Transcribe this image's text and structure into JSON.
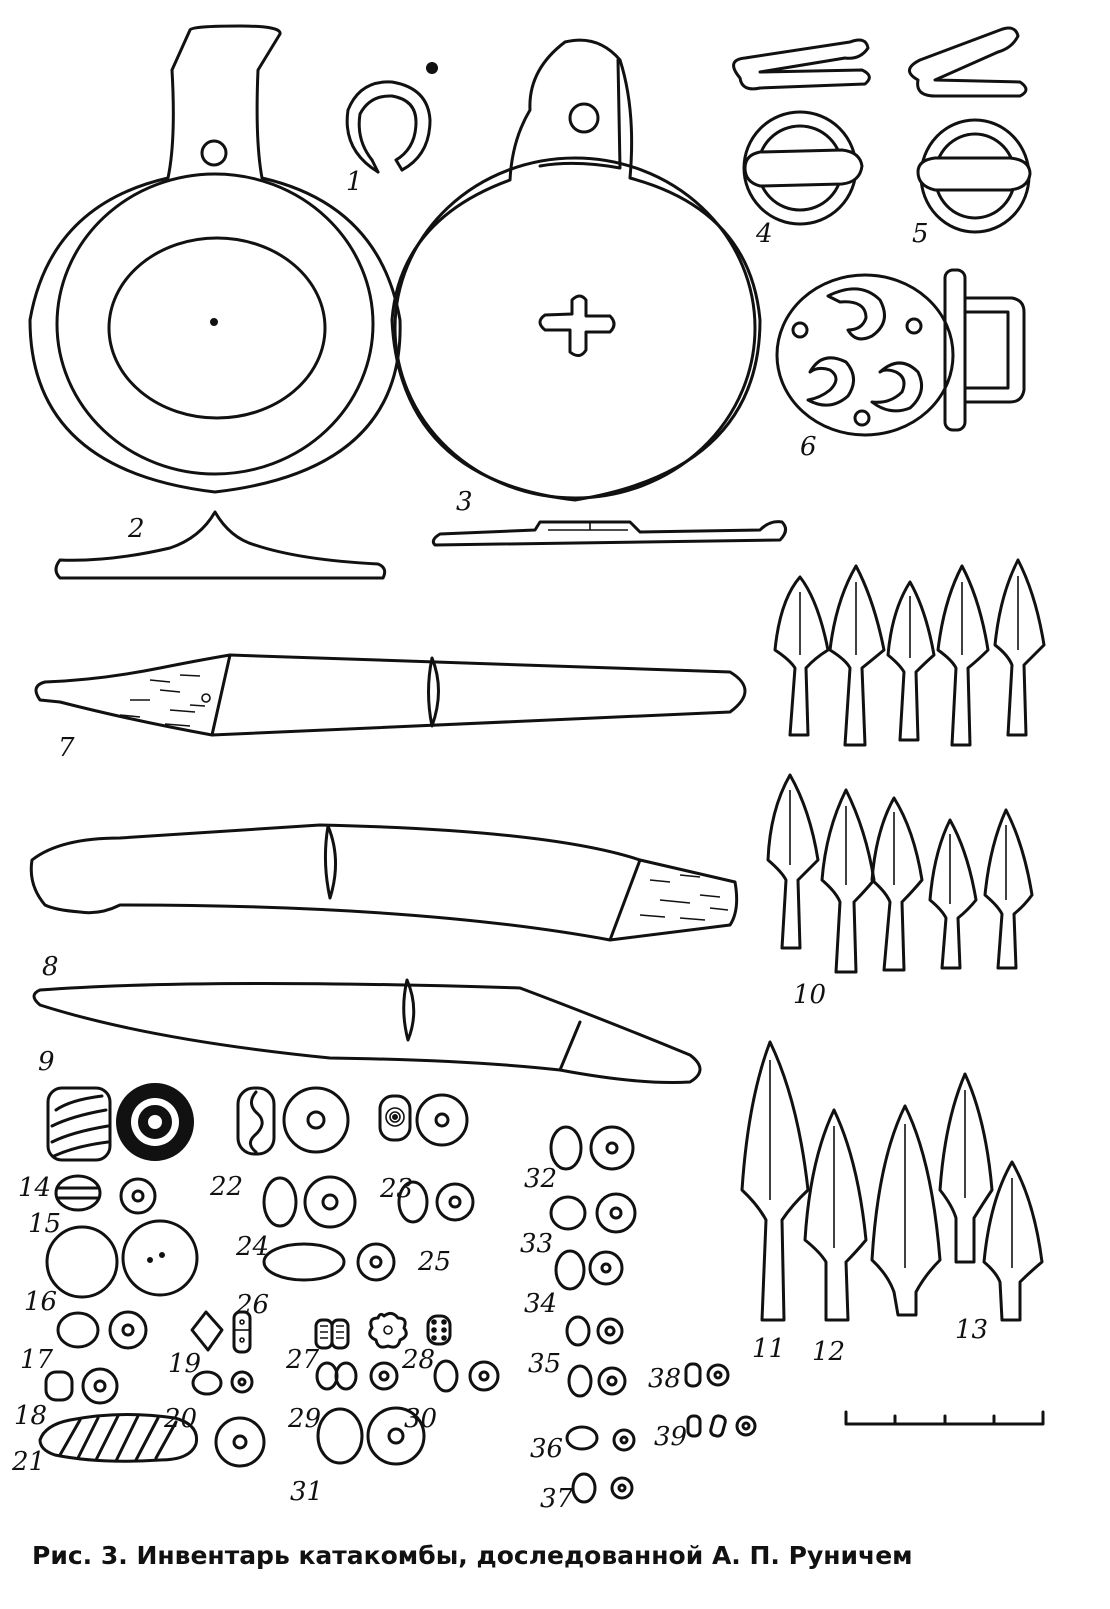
{
  "figure": {
    "caption": "Рис. 3. Инвентарь катакомбы, доследованной А. П. Руничем",
    "labels": [
      "1",
      "2",
      "3",
      "4",
      "5",
      "6",
      "7",
      "8",
      "9",
      "10",
      "11",
      "12",
      "13",
      "14",
      "15",
      "16",
      "17",
      "18",
      "19",
      "20",
      "21",
      "22",
      "23",
      "24",
      "25",
      "26",
      "27",
      "28",
      "29",
      "30",
      "31",
      "32",
      "33",
      "34",
      "35",
      "36",
      "37",
      "38",
      "39"
    ]
  }
}
